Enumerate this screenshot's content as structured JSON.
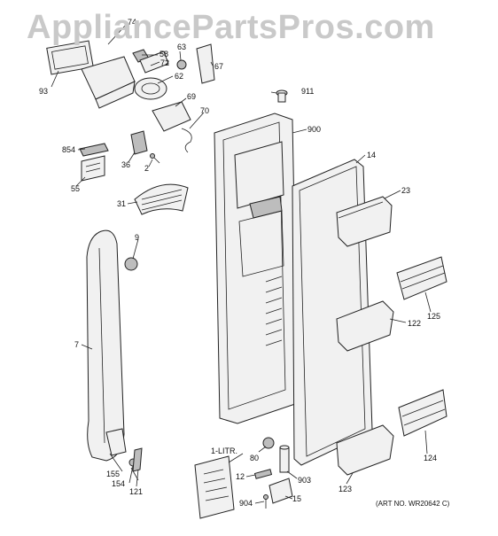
{
  "watermark": "AppliancePartsPros.com",
  "art_number": "(ART NO. WR20642 C)",
  "callouts": {
    "c74": "74",
    "c58": "58",
    "c72": "72",
    "c63": "63",
    "c67": "67",
    "c62": "62",
    "c93": "93",
    "c911": "911",
    "c69": "69",
    "c70": "70",
    "c900": "900",
    "c854": "854",
    "c36": "36",
    "c2": "2",
    "c55": "55",
    "c14": "14",
    "c23": "23",
    "c31": "31",
    "c9": "9",
    "c125": "125",
    "c122": "122",
    "c7": "7",
    "c1litr": "1-LITR.",
    "c80": "80",
    "c124": "124",
    "c155": "155",
    "c154": "154",
    "c121": "121",
    "c12": "12",
    "c903": "903",
    "c123": "123",
    "c904": "904",
    "c15": "15"
  }
}
